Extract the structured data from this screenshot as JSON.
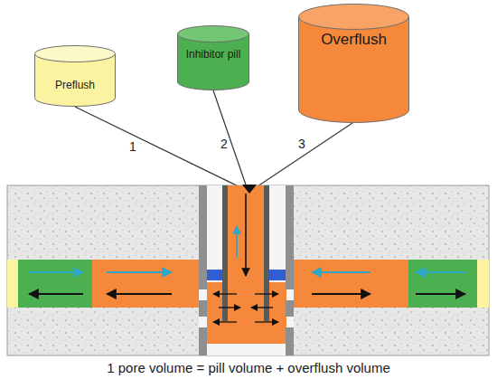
{
  "diagram": {
    "caption": "1 pore volume = pill volume + overflush volume",
    "nodes": [
      {
        "text": [
          "Preflush"
        ]
      },
      {
        "text": [
          "Inhibitor pill"
        ]
      },
      {
        "text": [
          "Overflush"
        ]
      }
    ],
    "labels": [
      "1",
      "2",
      "3"
    ]
  }
}
